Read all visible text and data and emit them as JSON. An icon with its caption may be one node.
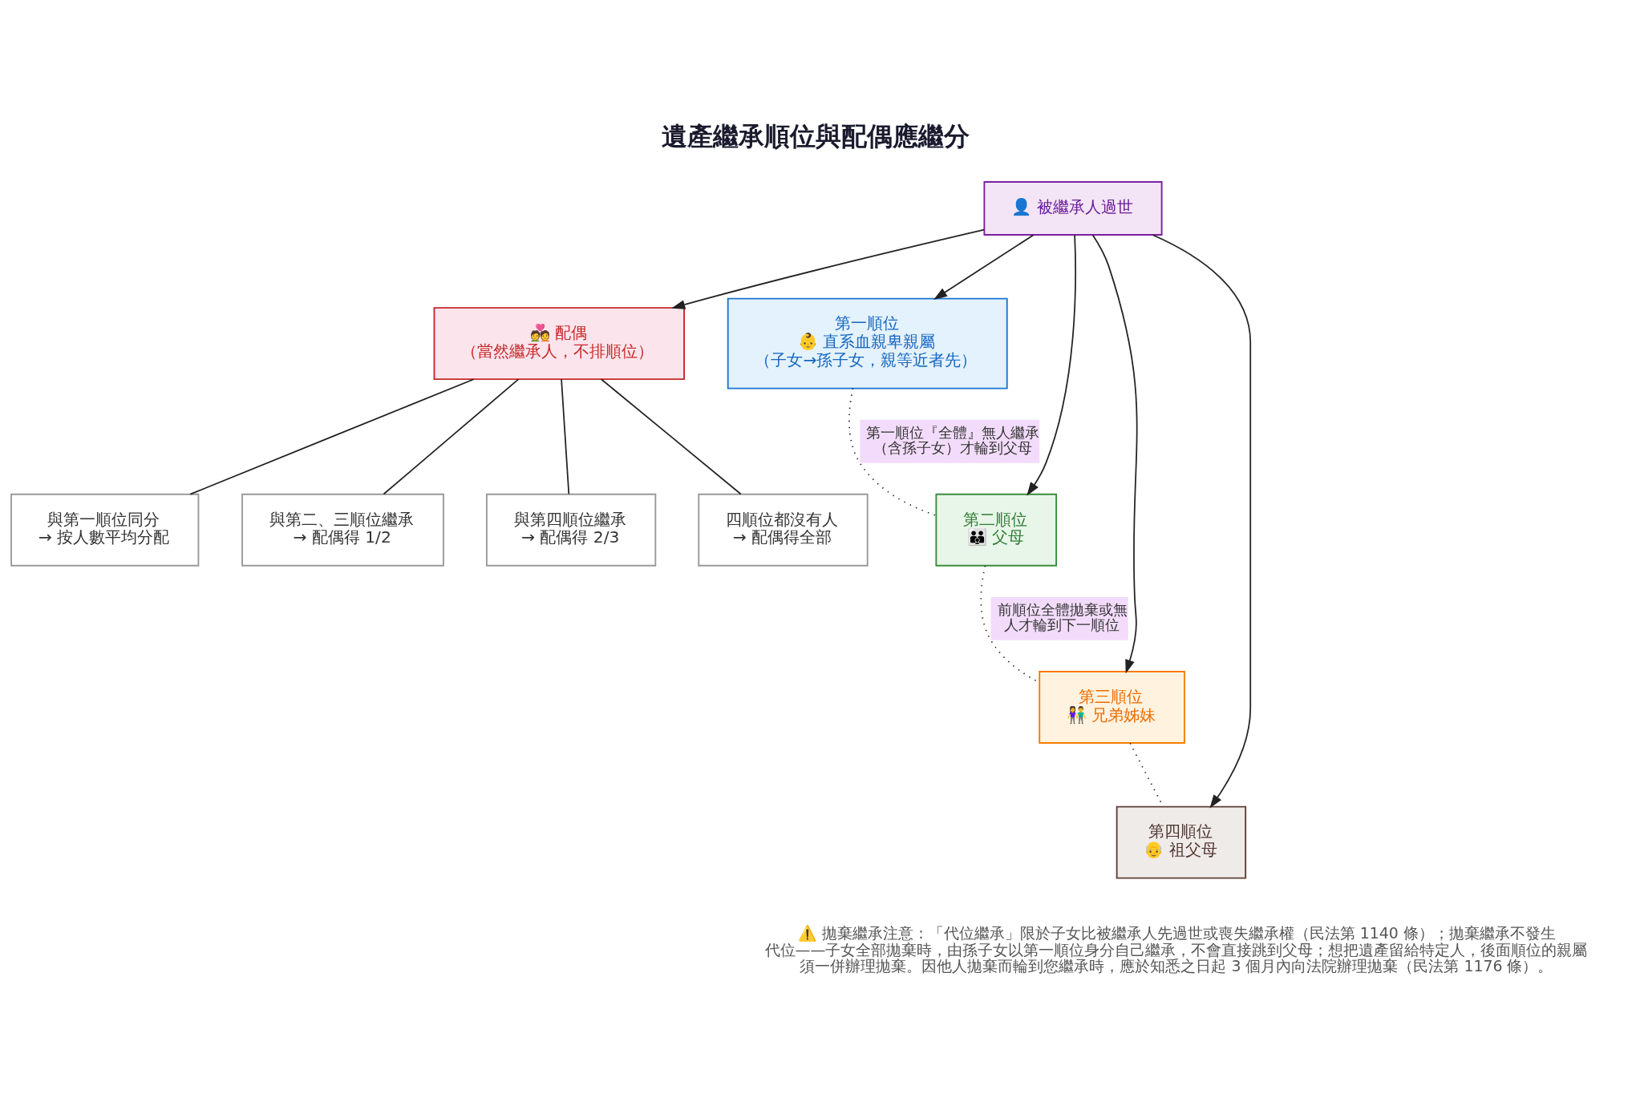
{
  "diagram": {
    "title": "遺產繼承順位與配偶應繼分",
    "caption": "⚠️ 拋棄繼承注意：「代位繼承」限於子女比被繼承人先過世或喪失繼承權（民法第 1140 條）；拋棄繼承不發生代位——子女全部拋棄時，由孫子女以第一順位身分自己繼承，不會直接跳到父母；想把遺產留給特定人，後面順位的親屬須一併辦理拋棄。因他人拋棄而輪到您繼承時，應於知悉之日起 3 個月內向法院辦理拋棄（民法第 1176 條）。",
    "nodes": [
      {
        "text": [
          "👤 被繼承人過世"
        ]
      },
      {
        "text": [
          "💑 配偶",
          "（當然繼承人，不排順位）"
        ]
      },
      {
        "text": [
          "第一順位",
          "👶 直系血親卑親屬",
          "（子女→孫子女，親等近者先）"
        ]
      },
      {
        "text": [
          "與第一順位同分",
          "→ 按人數平均分配"
        ]
      },
      {
        "text": [
          "與第二、三順位繼承",
          "→ 配偶得 1/2"
        ]
      },
      {
        "text": [
          "與第四順位繼承",
          "→ 配偶得 2/3"
        ]
      },
      {
        "text": [
          "四順位都沒有人",
          "→ 配偶得全部"
        ]
      },
      {
        "text": [
          "第二順位",
          "👪 父母"
        ]
      },
      {
        "text": [
          "第三順位",
          "👫 兄弟姊妹"
        ]
      },
      {
        "text": [
          "第四順位",
          "👴 祖父母"
        ]
      }
    ],
    "edges": [
      {
        "from": 0,
        "to": 1,
        "arrow": "to"
      },
      {
        "from": 0,
        "to": 2,
        "arrow": "to"
      },
      {
        "from": 0,
        "to": 7,
        "arrow": "to"
      },
      {
        "from": 0,
        "to": 8,
        "arrow": "to"
      },
      {
        "from": 0,
        "to": 9,
        "arrow": "to"
      },
      {
        "from": 1,
        "to": 3,
        "arrow": "none"
      },
      {
        "from": 1,
        "to": 4,
        "arrow": "none"
      },
      {
        "from": 1,
        "to": 5,
        "arrow": "none"
      },
      {
        "from": 1,
        "to": 6,
        "arrow": "none"
      },
      {
        "from": 2,
        "to": 7,
        "arrow": "none",
        "style": "dashed",
        "label": "第一順位『全體』無人繼承（含孫子女）才輪到父母"
      },
      {
        "from": 7,
        "to": 8,
        "arrow": "none",
        "style": "dashed",
        "label": "前順位全體拋棄或無人才輪到下一順位"
      },
      {
        "from": 8,
        "to": 9,
        "arrow": "none",
        "style": "dashed"
      }
    ]
  }
}
